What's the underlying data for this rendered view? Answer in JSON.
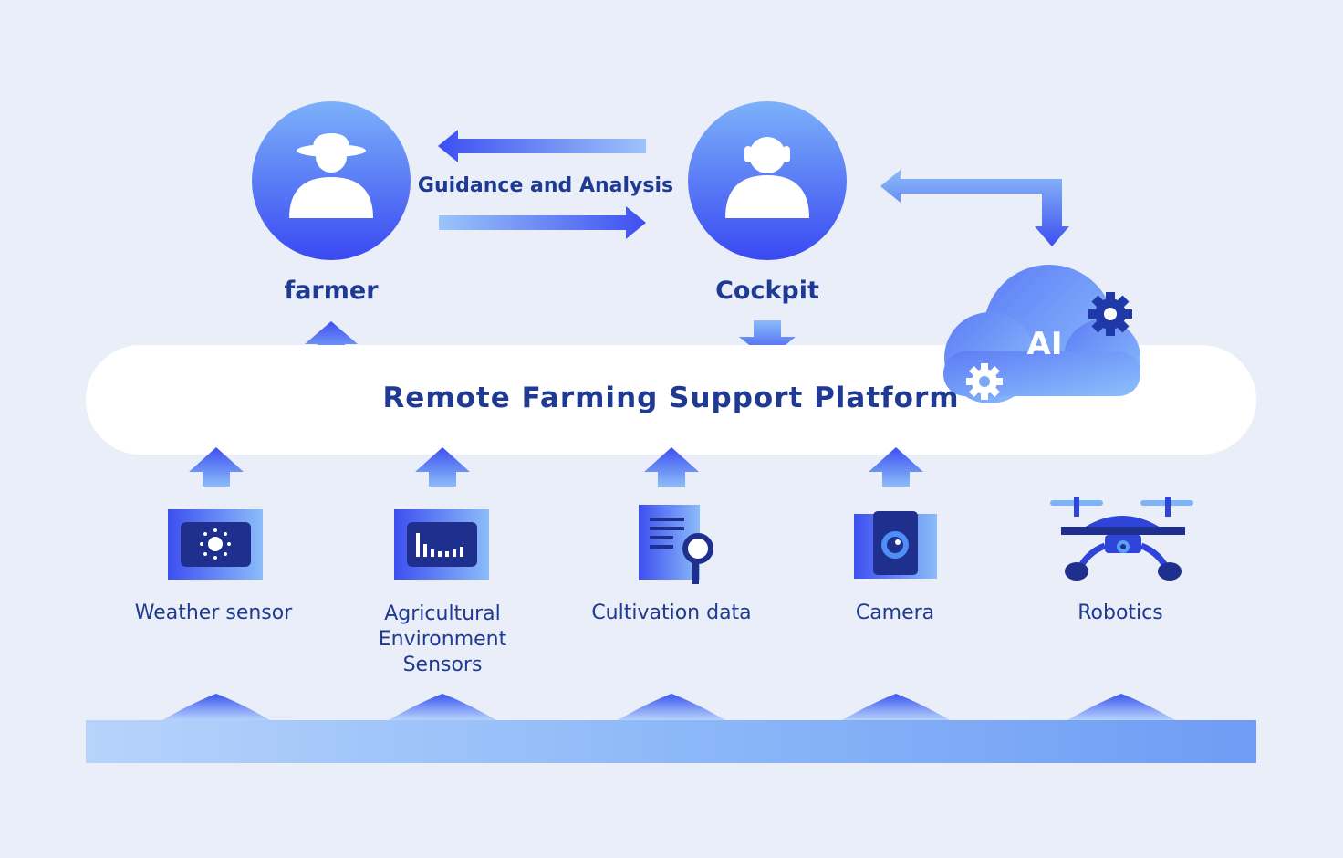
{
  "actors": {
    "farmer": {
      "label": "farmer",
      "icon": "farmer-hat-icon"
    },
    "cockpit": {
      "label": "Cockpit",
      "icon": "operator-headset-icon"
    }
  },
  "link_label": "Guidance and Analysis",
  "ai": {
    "label": "AI",
    "icon": "cloud-icon"
  },
  "platform": {
    "title": "Remote Farming Support Platform"
  },
  "sources": [
    {
      "label": "Weather sensor",
      "icon": "weather-sensor-icon"
    },
    {
      "label": "Agricultural Environment Sensors",
      "lines": [
        "Agricultural",
        "Environment",
        "Sensors"
      ],
      "icon": "environment-sensor-icon"
    },
    {
      "label": "Cultivation data",
      "icon": "cultivation-data-icon"
    },
    {
      "label": "Camera",
      "icon": "camera-icon"
    },
    {
      "label": "Robotics",
      "icon": "drone-icon"
    }
  ],
  "colors": {
    "text": "#1f3a93",
    "blue_dark": "#3d4ff0",
    "blue_light": "#8bbcf9",
    "background": "#e9eef8"
  }
}
